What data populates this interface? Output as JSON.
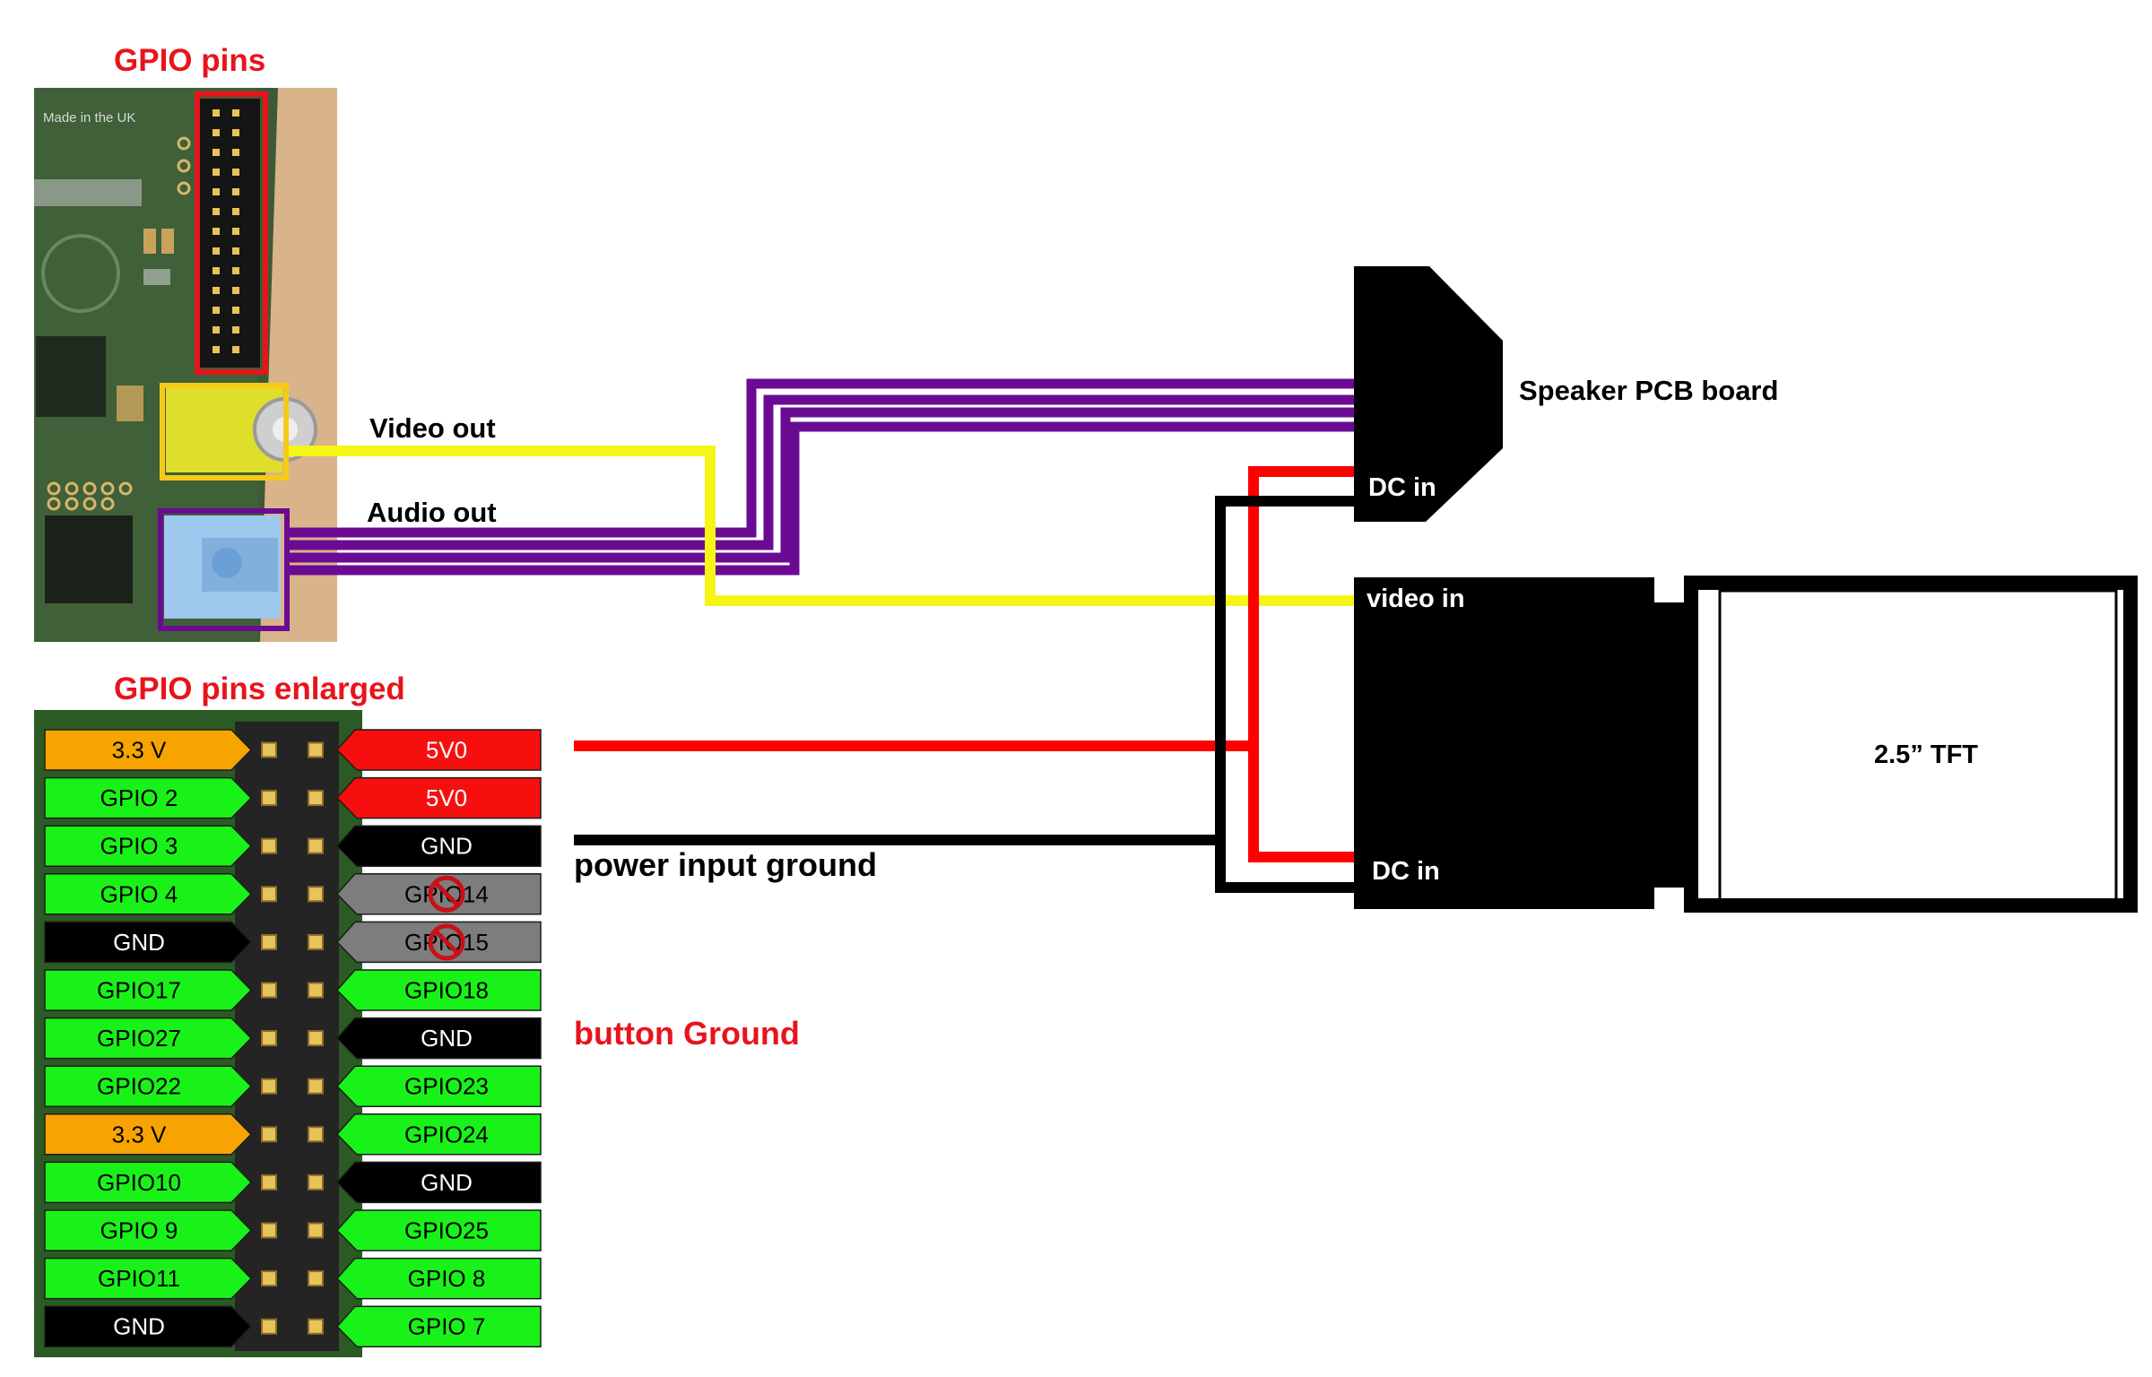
{
  "labels": {
    "gpio_pins": "GPIO pins",
    "gpio_pins_enlarged": "GPIO pins enlarged",
    "video_out": "Video out",
    "audio_out": "Audio out",
    "speaker_pcb": "Speaker PCB board",
    "speaker_dc_in": "DC in",
    "video_in": "video in",
    "tft_dc_in": "DC in",
    "tft": "2.5” TFT",
    "power_input_ground": "power input ground",
    "button_ground": "button Ground"
  },
  "photo": {
    "silkscreen": "Made in the UK"
  },
  "colors": {
    "red_label": "#e8141b",
    "video_wire": "#f5f516",
    "audio_wire": "#6b0a93",
    "power_wire": "#ff0000",
    "ground_wire": "#000000",
    "pin_orange": "#f7a400",
    "pin_green": "#19f219",
    "pin_red": "#f70f0f",
    "pin_black": "#000000",
    "pin_gray": "#7d7d7d",
    "header_board": "#2c5a24"
  },
  "gpio_header": {
    "left_pins": [
      {
        "label": "3.3 V",
        "color": "orange"
      },
      {
        "label": "GPIO 2",
        "color": "green"
      },
      {
        "label": "GPIO 3",
        "color": "green"
      },
      {
        "label": "GPIO 4",
        "color": "green"
      },
      {
        "label": "GND",
        "color": "black"
      },
      {
        "label": "GPIO17",
        "color": "green"
      },
      {
        "label": "GPIO27",
        "color": "green"
      },
      {
        "label": "GPIO22",
        "color": "green"
      },
      {
        "label": "3.3 V",
        "color": "orange"
      },
      {
        "label": "GPIO10",
        "color": "green"
      },
      {
        "label": "GPIO 9",
        "color": "green"
      },
      {
        "label": "GPIO11",
        "color": "green"
      },
      {
        "label": "GND",
        "color": "black"
      }
    ],
    "right_pins": [
      {
        "label": "5V0",
        "color": "red"
      },
      {
        "label": "5V0",
        "color": "red"
      },
      {
        "label": "GND",
        "color": "black"
      },
      {
        "label": "GPIO14",
        "color": "gray",
        "blocked": true
      },
      {
        "label": "GPIO15",
        "color": "gray",
        "blocked": true
      },
      {
        "label": "GPIO18",
        "color": "green"
      },
      {
        "label": "GND",
        "color": "black"
      },
      {
        "label": "GPIO23",
        "color": "green"
      },
      {
        "label": "GPIO24",
        "color": "green"
      },
      {
        "label": "GND",
        "color": "black"
      },
      {
        "label": "GPIO25",
        "color": "green"
      },
      {
        "label": "GPIO 8",
        "color": "green"
      },
      {
        "label": "GPIO 7",
        "color": "green"
      }
    ]
  }
}
